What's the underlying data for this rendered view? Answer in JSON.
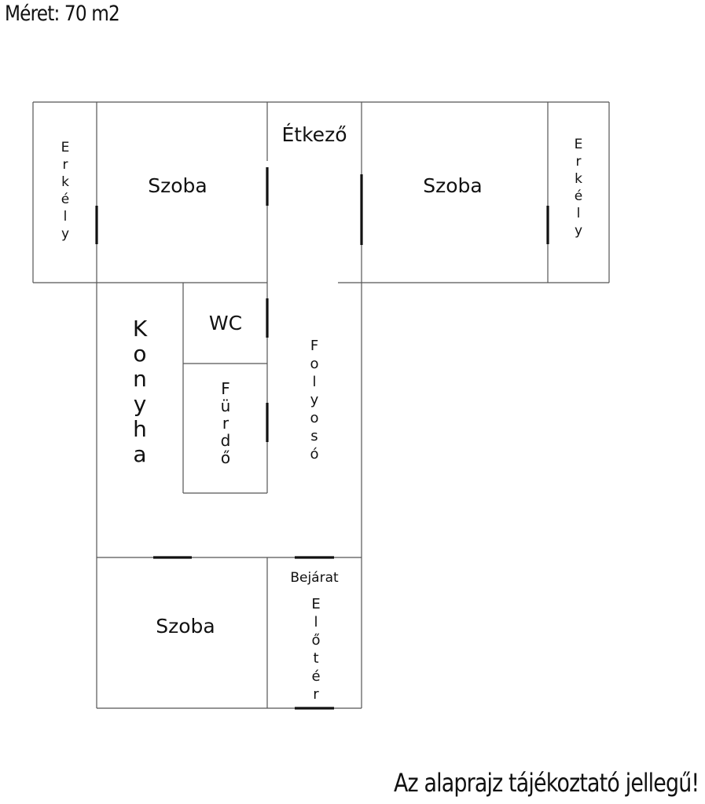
{
  "header": {
    "size": "Méret: 70 m2"
  },
  "rooms": {
    "balcony_left": "Erkély",
    "room_left": "Szoba",
    "dining": "Étkező",
    "room_right": "Szoba",
    "balcony_right": "Erkély",
    "kitchen": "Konyha",
    "wc": "WC",
    "bathroom": "Fürdő",
    "corridor": "Folyosó",
    "room_bottom": "Szoba",
    "entrance": "Bejárat",
    "hall": "Előtér"
  },
  "footer": {
    "note": "Az alaprajz tájékoztató jellegű!"
  }
}
